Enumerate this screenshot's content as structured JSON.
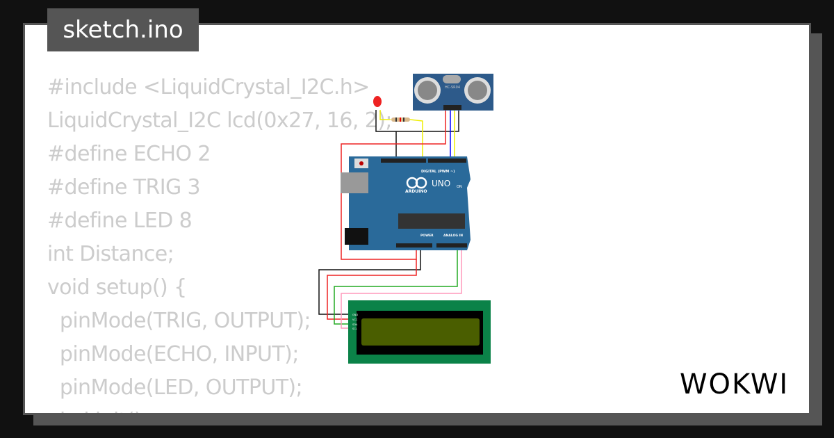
{
  "title": "sketch.ino",
  "code_lines": [
    "#include <LiquidCrystal_I2C.h>",
    "LiquidCrystal_I2C lcd(0x27, 16, 2);",
    "#define ECHO 2",
    "#define TRIG 3",
    "#define LED 8",
    "int Distance;",
    "void setup() {",
    "  pinMode(TRIG, OUTPUT);",
    "  pinMode(ECHO, INPUT);",
    "  pinMode(LED, OUTPUT);",
    "  lcd.init();"
  ],
  "circuit": {
    "sensor_label": "HC-SR04",
    "board_brand": "ARDUINO",
    "board_model": "UNO",
    "digital_label": "DIGITAL (PWM ~)",
    "power_label": "POWER",
    "analog_label": "ANALOG IN",
    "on_label": "ON",
    "lcd_pins": [
      "GND",
      "VCC",
      "SDA",
      "SCL"
    ]
  },
  "logo": "WOKWI",
  "colors": {
    "background": "#111111",
    "frame": "#555555",
    "code_text": "#cccccc",
    "board": "#2a6a9a",
    "lcd_pcb": "#0b8248",
    "lcd_screen": "#4a5e00"
  }
}
